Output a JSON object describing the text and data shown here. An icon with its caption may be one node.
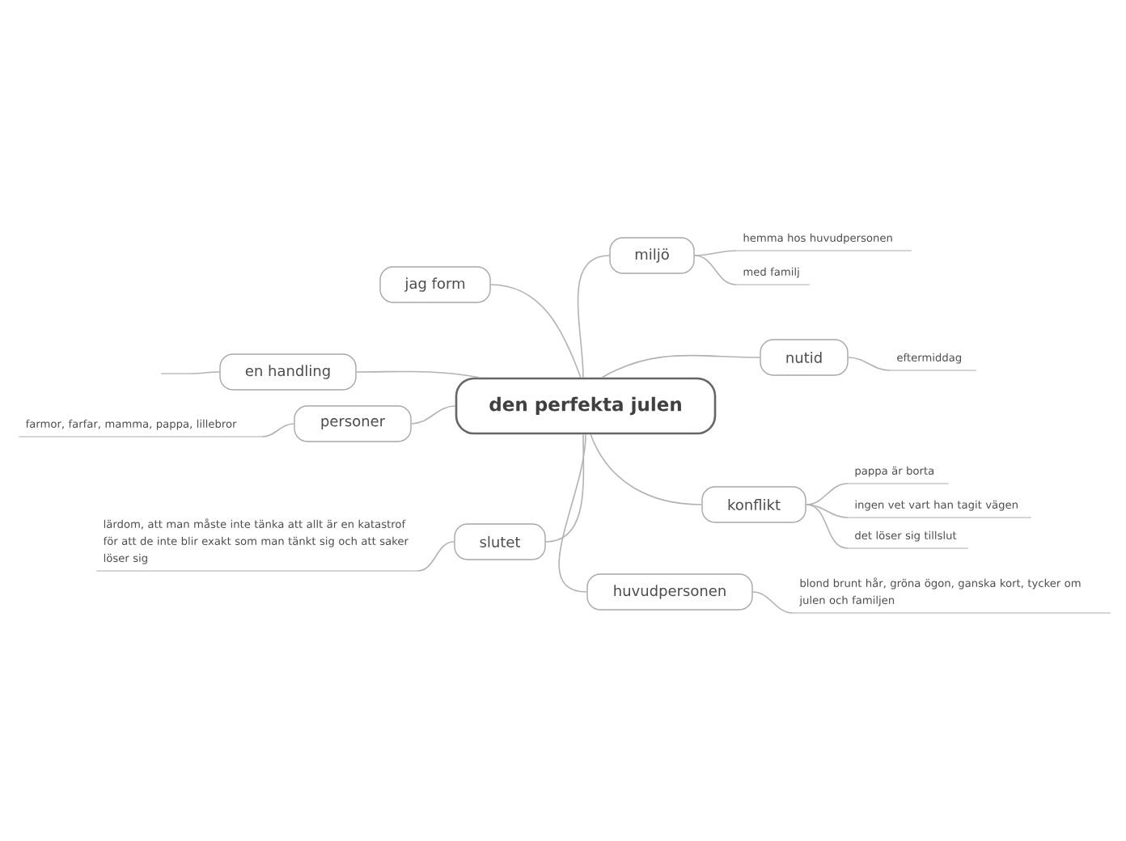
{
  "diagram": {
    "nodes": [
      {
        "text": [
          "den perfekta julen"
        ]
      },
      {
        "text": [
          "miljö"
        ]
      },
      {
        "text": [
          "hemma hos huvudpersonen"
        ]
      },
      {
        "text": [
          "med familj"
        ]
      },
      {
        "text": [
          "jag form"
        ]
      },
      {
        "text": [
          "nutid"
        ]
      },
      {
        "text": [
          "eftermiddag"
        ]
      },
      {
        "text": [
          "en handling"
        ]
      },
      {
        "text": [],
        "shape": "line"
      },
      {
        "text": [
          "personer"
        ]
      },
      {
        "text": [
          "farmor, farfar, mamma, pappa, lillebror"
        ]
      },
      {
        "text": [
          "konflikt"
        ]
      },
      {
        "text": [
          "pappa är borta"
        ]
      },
      {
        "text": [
          "ingen vet vart han tagit vägen"
        ]
      },
      {
        "text": [
          "det löser sig tillslut"
        ]
      },
      {
        "text": [
          "slutet"
        ]
      },
      {
        "text": [
          "lärdom, att man måste inte tänka att allt är en katastrof för att de inte blir exakt som man tänkt sig och att saker löser sig"
        ]
      },
      {
        "text": [
          "huvudpersonen"
        ]
      },
      {
        "text": [
          "blond brunt hår, gröna ögon, ganska kort, tycker om julen och familjen"
        ]
      }
    ],
    "edges": [
      {
        "from": 0,
        "to": 1,
        "arrow": "none"
      },
      {
        "from": 1,
        "to": 2,
        "arrow": "none"
      },
      {
        "from": 1,
        "to": 3,
        "arrow": "none"
      },
      {
        "from": 0,
        "to": 4,
        "arrow": "none"
      },
      {
        "from": 0,
        "to": 5,
        "arrow": "none"
      },
      {
        "from": 5,
        "to": 6,
        "arrow": "none"
      },
      {
        "from": 0,
        "to": 7,
        "arrow": "none"
      },
      {
        "from": 7,
        "to": 8,
        "arrow": "none"
      },
      {
        "from": 0,
        "to": 9,
        "arrow": "none"
      },
      {
        "from": 9,
        "to": 10,
        "arrow": "none"
      },
      {
        "from": 0,
        "to": 11,
        "arrow": "none"
      },
      {
        "from": 11,
        "to": 12,
        "arrow": "none"
      },
      {
        "from": 11,
        "to": 13,
        "arrow": "none"
      },
      {
        "from": 11,
        "to": 14,
        "arrow": "none"
      },
      {
        "from": 0,
        "to": 15,
        "arrow": "none"
      },
      {
        "from": 15,
        "to": 16,
        "arrow": "none"
      },
      {
        "from": 0,
        "to": 17,
        "arrow": "none"
      },
      {
        "from": 17,
        "to": 18,
        "arrow": "none"
      }
    ]
  }
}
